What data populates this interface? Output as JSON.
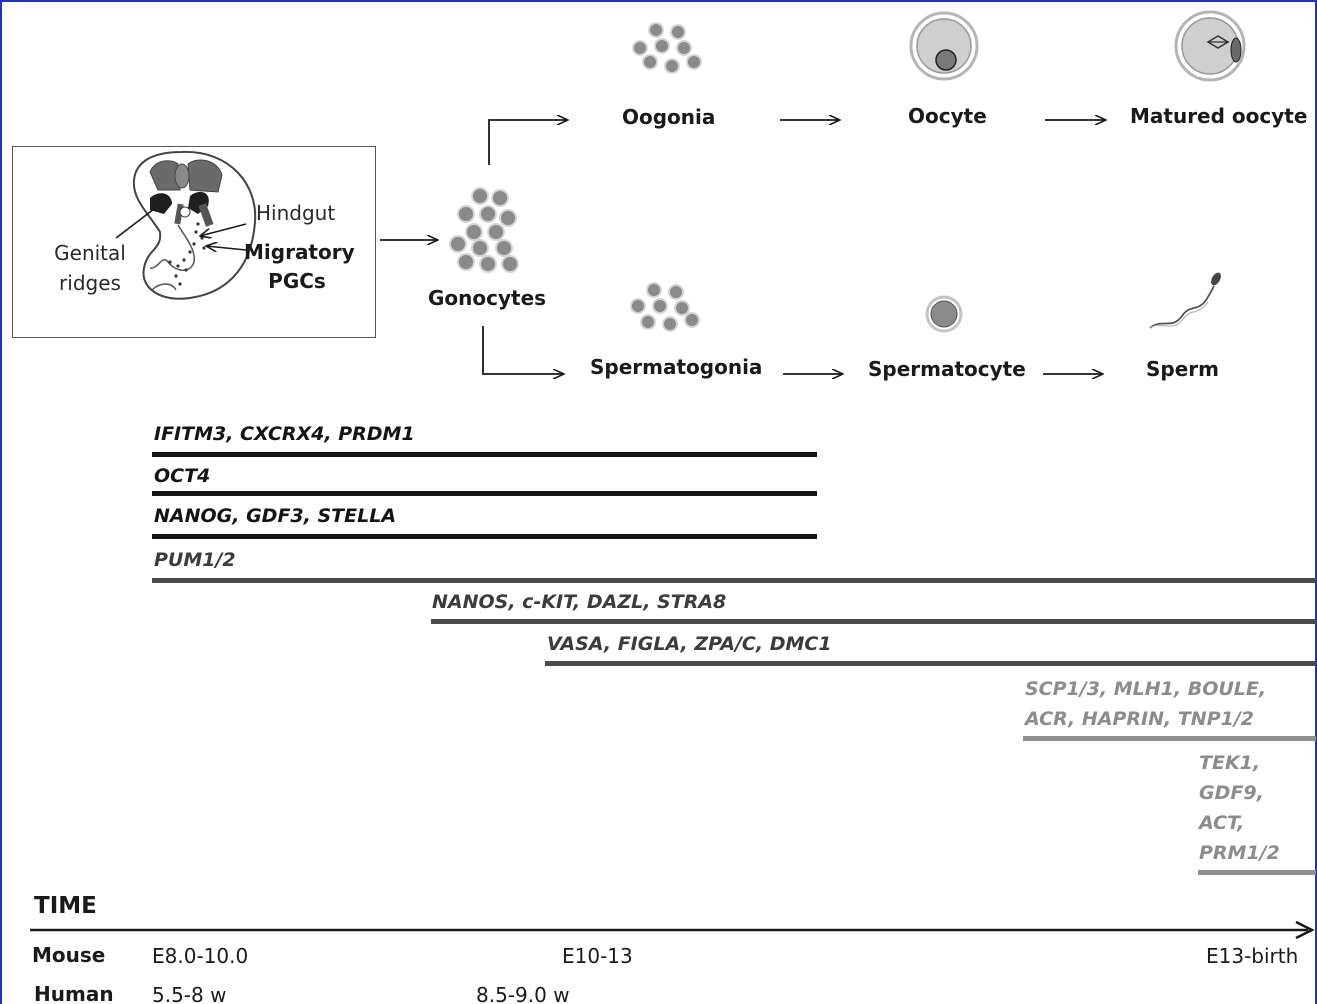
{
  "colors": {
    "frame": "#2233bb",
    "black": "#141414",
    "dark": "#4a4a4a",
    "grey": "#8f8f8f",
    "cell_fill": "#8a8a8a",
    "cell_edge": "#cfcfcf"
  },
  "embryo": {
    "hindgut": "Hindgut",
    "genital_line1": "Genital",
    "genital_line2": "ridges",
    "migratory_line1": "Migratory",
    "migratory_line2": "PGCs"
  },
  "stages": {
    "gonocytes": "Gonocytes",
    "oogonia": "Oogonia",
    "oocyte": "Oocyte",
    "matured_oocyte": "Matured oocyte",
    "spermatogonia": "Spermatogonia",
    "spermatocyte": "Spermatocyte",
    "sperm": "Sperm"
  },
  "markers": {
    "m1": "IFITM3, CXCRX4, PRDM1",
    "m2": "OCT4",
    "m3": "NANOG, GDF3, STELLA",
    "m4": "PUM1/2",
    "m5": "NANOS, c-KIT, DAZL, STRA8",
    "m6": "VASA, FIGLA, ZPA/C, DMC1",
    "m7a_1": "SCP1/3, ",
    "m7a_2": "MLH1",
    "m7a_3": ", BOULE,",
    "m7b": "ACR, HAPRIN, TNP1/2",
    "m8_1": "TEK1,",
    "m8_2": "GDF9,",
    "m8_3": "ACT,",
    "m8_4": "PRM1/2"
  },
  "timeline": {
    "title": "TIME",
    "mouse_label": "Mouse",
    "human_label": "Human",
    "mouse_ticks": [
      "E8.0-10.0",
      "E10-13",
      "E13-birth"
    ],
    "human_ticks": [
      "5.5-8 w",
      "8.5-9.0 w"
    ]
  }
}
